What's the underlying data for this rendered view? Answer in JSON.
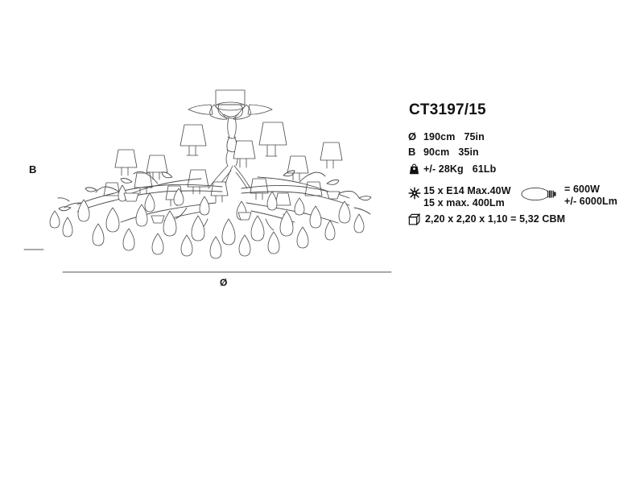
{
  "product": {
    "model": "CT3197/15"
  },
  "drawing": {
    "height_label": "B",
    "diameter_label": "Ø",
    "fixture_name": "branch-chandelier-with-shades-and-crystal-drops"
  },
  "specs": {
    "diameter": {
      "icon": "diameter-icon",
      "symbol": "Ø",
      "metric": "190cm",
      "imperial": "75in"
    },
    "height": {
      "icon": "height-icon",
      "symbol": "B",
      "metric": "90cm",
      "imperial": "35in"
    },
    "weight": {
      "icon": "weight-icon",
      "metric": "+/- 28Kg",
      "imperial": "61Lb"
    },
    "lamp": {
      "icon": "sun-burst-icon",
      "line1": "15 x E14 Max.40W",
      "line2": "15 x max. 400Lm",
      "bulb_icon": "candle-bulb-icon",
      "total_watts": "= 600W",
      "total_lumens": "+/- 6000Lm"
    },
    "carton": {
      "icon": "box-icon",
      "text": "2,20 x 2,20 x 1,10 = 5,32 CBM"
    }
  },
  "colors": {
    "ink": "#111111",
    "line": "#3a3a3a",
    "background": "#ffffff"
  }
}
